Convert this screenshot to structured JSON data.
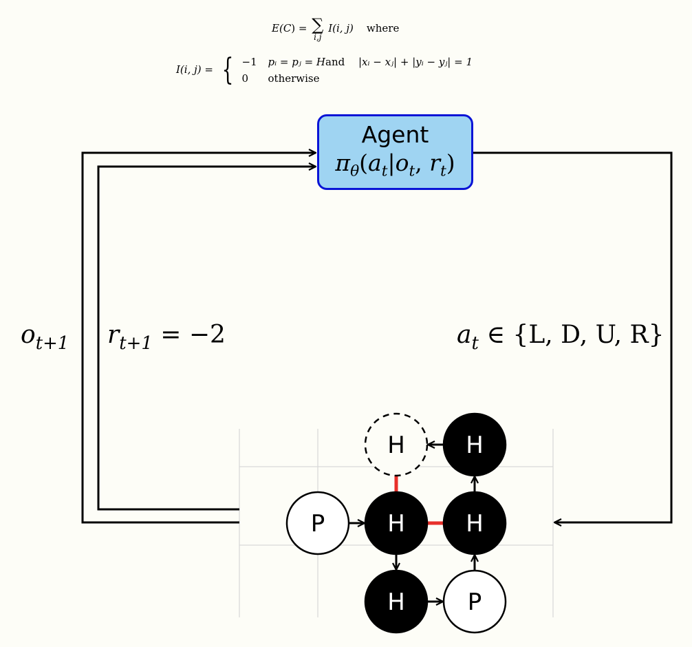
{
  "equations": {
    "energy_lhs": "E(",
    "energy_cal": "C",
    "energy_rhs_start": ") =",
    "sum_symbol": "∑",
    "sum_subscript": "i,j",
    "energy_term": "I(i, j)",
    "where": "where",
    "interaction_lhs": "I(i, j) =",
    "case1_value": "−1",
    "case1_condition": "pᵢ = pⱼ = H",
    "and": "and",
    "case1_distance": "|xᵢ − xⱼ| + |yᵢ − yⱼ| = 1",
    "case2_value": "0",
    "case2_condition": "otherwise"
  },
  "agent": {
    "title": "Agent",
    "policy": "πθ(at|ot, rt)"
  },
  "labels": {
    "observation_main": "o",
    "observation_sub": "t+1",
    "reward_main": "r",
    "reward_sub": "t+1",
    "reward_value": " = −2",
    "action_main": "a",
    "action_sub": "t",
    "action_set": " ∈ {L, D, U, R}"
  },
  "lattice": {
    "nodes": [
      {
        "id": "n1",
        "type": "P",
        "col": 0,
        "row": 1,
        "style": "white"
      },
      {
        "id": "n2",
        "type": "H",
        "col": 1,
        "row": 1,
        "style": "black"
      },
      {
        "id": "n3",
        "type": "H",
        "col": 1,
        "row": 2,
        "style": "black"
      },
      {
        "id": "n4",
        "type": "P",
        "col": 2,
        "row": 2,
        "style": "white"
      },
      {
        "id": "n5",
        "type": "H",
        "col": 2,
        "row": 1,
        "style": "black"
      },
      {
        "id": "n6",
        "type": "H",
        "col": 2,
        "row": 0,
        "style": "black"
      },
      {
        "id": "n7",
        "type": "H",
        "col": 1,
        "row": 0,
        "style": "dashed"
      }
    ],
    "chain": [
      "n1",
      "n2",
      "n3",
      "n4",
      "n5",
      "n6",
      "n7"
    ],
    "contacts": [
      [
        "n2",
        "n7"
      ],
      [
        "n2",
        "n5"
      ]
    ]
  },
  "colors": {
    "agent_fill": "#9fd4f2",
    "agent_border": "#0a14d6",
    "contact": "#e8302a",
    "h_fill": "#000000",
    "p_fill": "#ffffff",
    "grid": "#d8d8d8",
    "background": "#fdfdf7"
  }
}
